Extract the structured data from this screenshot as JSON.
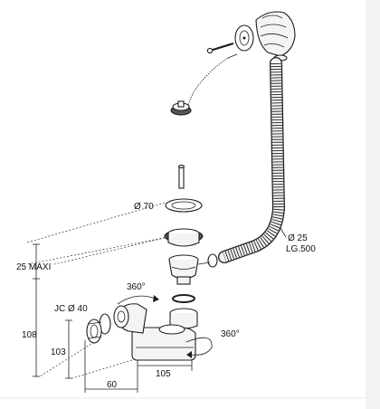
{
  "diagram": {
    "labels": {
      "diameter_70": "Ø 70",
      "diameter_25": "Ø 25",
      "hose_length": "LG.500",
      "max_25": "25 MAXI",
      "jc_40": "JC Ø 40",
      "rot_360_top": "360°",
      "rot_360_bottom": "360°",
      "dim_108": "108",
      "dim_103": "103",
      "dim_105": "105",
      "dim_60": "60"
    },
    "colors": {
      "line": "#1e1e1e",
      "part_fill": "#f4f4f4",
      "dark_fill": "#555555",
      "background": "#ffffff"
    }
  }
}
